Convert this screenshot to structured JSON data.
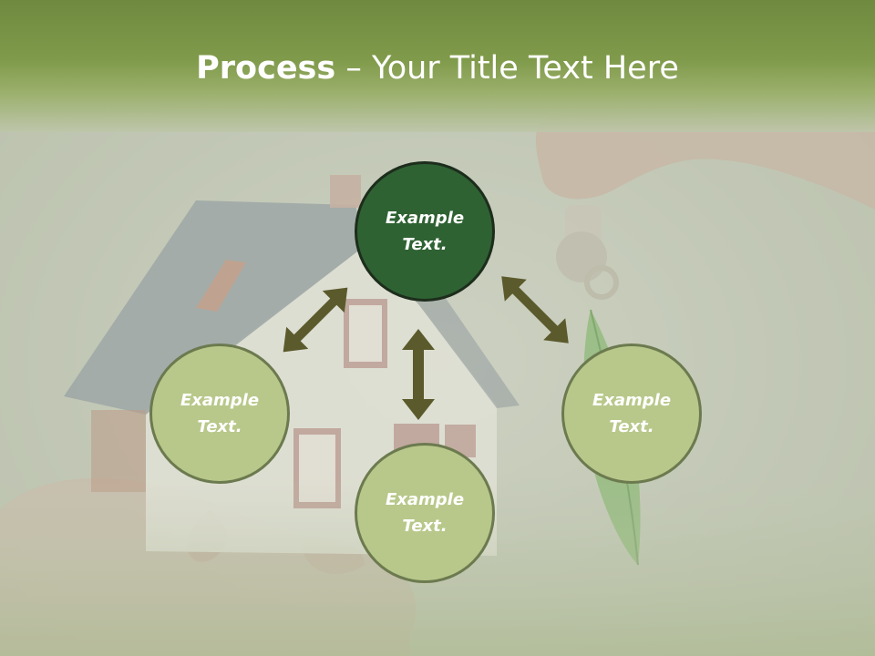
{
  "title": {
    "bold": "Process",
    "rest": " – Your Title Text Here"
  },
  "nodes": [
    {
      "text": "Example\nText."
    },
    {
      "text": "Example\nText."
    },
    {
      "text": "Example\nText."
    },
    {
      "text": "Example\nText."
    }
  ],
  "colors": {
    "header_green": "#7f9a4a",
    "node_light": "#b8c88a",
    "node_dark": "#2f6233",
    "arrow": "#5b5a2c"
  }
}
